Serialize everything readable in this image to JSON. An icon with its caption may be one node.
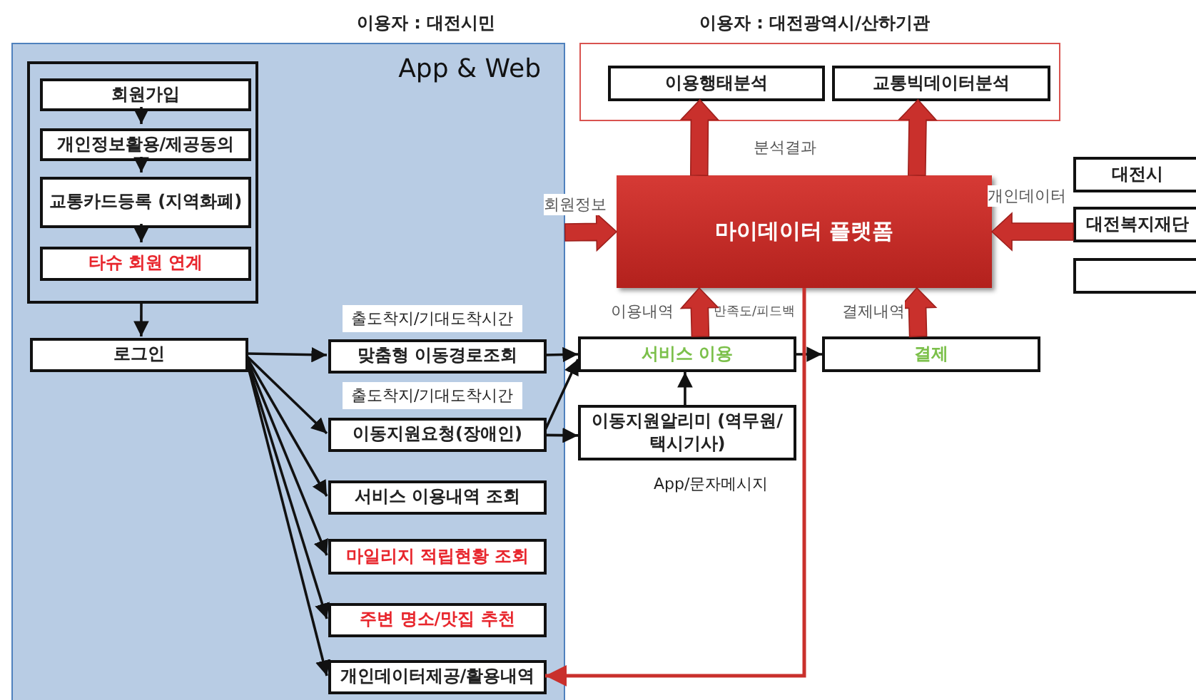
{
  "diagram": {
    "nodes": [
      {
        "text": [
          "App & Web"
        ]
      },
      {
        "text": [],
        "shape": "box",
        "in": 0
      },
      {
        "text": [
          "회원가입"
        ],
        "in": 1
      },
      {
        "text": [
          "개인정보활용/제공동의"
        ],
        "in": 1
      },
      {
        "text": [
          "교통카드등록 (지역화폐)"
        ],
        "in": 1
      },
      {
        "text": [
          "타슈 회원 연계"
        ],
        "in": 1
      },
      {
        "text": [
          "로그인"
        ],
        "in": 0
      },
      {
        "text": [
          "맞춤형 이동경로조회"
        ],
        "in": 0,
        "beside": [
          "출도착지/기대도착시간"
        ]
      },
      {
        "text": [
          "이동지원요청(장애인)"
        ],
        "in": 0,
        "beside": [
          "출도착지/기대도착시간"
        ]
      },
      {
        "text": [
          "서비스 이용내역 조회"
        ],
        "in": 0
      },
      {
        "text": [
          "마일리지 적립현황 조회"
        ],
        "in": 0
      },
      {
        "text": [
          "주변 명소/맛집 추천"
        ],
        "in": 0
      },
      {
        "text": [
          "개인데이터제공/활용내역"
        ],
        "in": 0
      },
      {
        "text": [],
        "shape": "box"
      },
      {
        "text": [
          "이용행태분석"
        ],
        "in": 13
      },
      {
        "text": [
          "교통빅데이터분석"
        ],
        "in": 13
      },
      {
        "text": [
          "마이데이터 플랫폼"
        ]
      },
      {
        "text": [
          "대전시"
        ]
      },
      {
        "text": [
          "대전복지재단"
        ]
      },
      {
        "text": [],
        "shape": "box"
      },
      {
        "text": [
          "서비스 이용"
        ]
      },
      {
        "text": [
          "결제"
        ]
      },
      {
        "text": [
          "이동지원알리미 (역무원/택시기사)"
        ],
        "beside": [
          "App/문자메시지"
        ]
      }
    ],
    "edges": [
      {
        "from": 2,
        "to": 3,
        "arrow": "to"
      },
      {
        "from": 3,
        "to": 4,
        "arrow": "to"
      },
      {
        "from": 4,
        "to": 5,
        "arrow": "to"
      },
      {
        "from": 1,
        "to": 6,
        "arrow": "to"
      },
      {
        "from": 6,
        "to": 7,
        "arrow": "to"
      },
      {
        "from": 6,
        "to": 8,
        "arrow": "to"
      },
      {
        "from": 6,
        "to": 9,
        "arrow": "to"
      },
      {
        "from": 6,
        "to": 10,
        "arrow": "to"
      },
      {
        "from": 6,
        "to": 11,
        "arrow": "to"
      },
      {
        "from": 6,
        "to": 12,
        "arrow": "to"
      },
      {
        "from": 7,
        "to": 20,
        "arrow": "to"
      },
      {
        "from": 8,
        "to": 20,
        "arrow": "to"
      },
      {
        "from": 8,
        "to": 22,
        "arrow": "to"
      },
      {
        "from": 22,
        "to": 20,
        "arrow": "to"
      },
      {
        "from": 20,
        "to": 21,
        "arrow": "to"
      },
      {
        "from": 16,
        "to": 14,
        "arrow": "to",
        "style": "thick",
        "color": "#c9302c"
      },
      {
        "from": 16,
        "to": 15,
        "arrow": "to",
        "style": "thick",
        "color": "#c9302c"
      },
      {
        "from": 0,
        "to": 16,
        "arrow": "to",
        "style": "thick",
        "color": "#c9302c",
        "label": "회원정보"
      },
      {
        "from": 18,
        "to": 16,
        "arrow": "to",
        "style": "thick",
        "color": "#c9302c",
        "label": "개인데이터"
      },
      {
        "from": 20,
        "to": 16,
        "arrow": "to",
        "style": "thick",
        "color": "#c9302c",
        "label": "이용내역"
      },
      {
        "from": 21,
        "to": 16,
        "arrow": "to",
        "style": "thick",
        "color": "#c9302c",
        "label": "결제내역"
      },
      {
        "from": 16,
        "to": 12,
        "arrow": "to",
        "color": "#c9302c"
      }
    ],
    "labels": [
      "이용자 : 대전시민",
      "이용자 : 대전광역시/산하기관",
      "분석결과",
      "만족도/피드백"
    ]
  }
}
